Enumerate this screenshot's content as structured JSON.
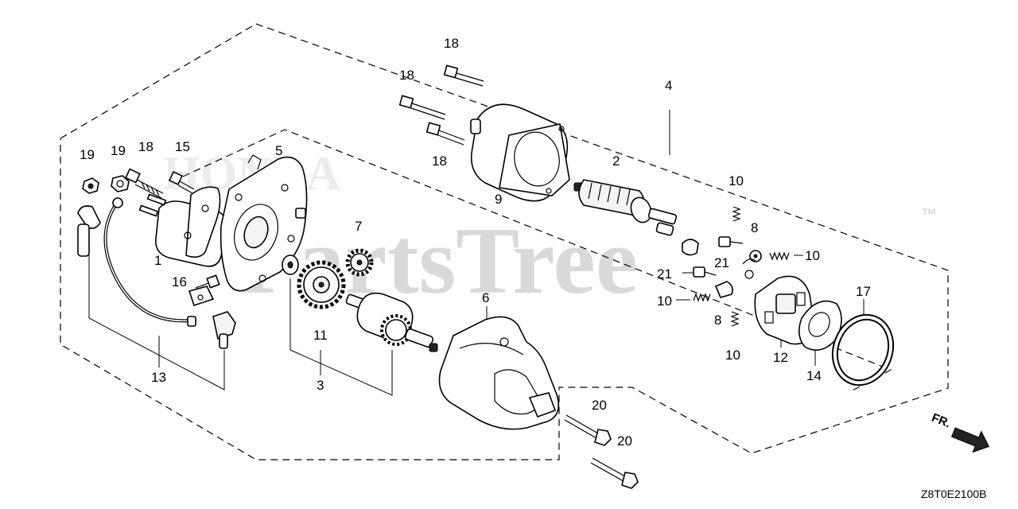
{
  "diagram": {
    "watermark_main": "PartsTree",
    "watermark_secondary": "HONDA",
    "trademark": "™",
    "drawing_code": "Z8T0E2100B",
    "front_indicator": "FR.",
    "callouts": [
      {
        "id": "c19a",
        "label": "19"
      },
      {
        "id": "c19b",
        "label": "19"
      },
      {
        "id": "c18a",
        "label": "18"
      },
      {
        "id": "c15",
        "label": "15"
      },
      {
        "id": "c5",
        "label": "5"
      },
      {
        "id": "c18b",
        "label": "18"
      },
      {
        "id": "c18c",
        "label": "18"
      },
      {
        "id": "c18d",
        "label": "18"
      },
      {
        "id": "c9",
        "label": "9"
      },
      {
        "id": "c4",
        "label": "4"
      },
      {
        "id": "c2",
        "label": "2"
      },
      {
        "id": "c10a",
        "label": "10"
      },
      {
        "id": "c8a",
        "label": "8"
      },
      {
        "id": "c21a",
        "label": "21"
      },
      {
        "id": "c10b",
        "label": "10"
      },
      {
        "id": "c21b",
        "label": "21"
      },
      {
        "id": "c10c",
        "label": "10"
      },
      {
        "id": "c8b",
        "label": "8"
      },
      {
        "id": "c10d",
        "label": "10"
      },
      {
        "id": "c12",
        "label": "12"
      },
      {
        "id": "c14",
        "label": "14"
      },
      {
        "id": "c17",
        "label": "17"
      },
      {
        "id": "c1",
        "label": "1"
      },
      {
        "id": "c16",
        "label": "16"
      },
      {
        "id": "c7",
        "label": "7"
      },
      {
        "id": "c11",
        "label": "11"
      },
      {
        "id": "c3",
        "label": "3"
      },
      {
        "id": "c6",
        "label": "6"
      },
      {
        "id": "c13",
        "label": "13"
      },
      {
        "id": "c20a",
        "label": "20"
      },
      {
        "id": "c20b",
        "label": "20"
      }
    ]
  }
}
